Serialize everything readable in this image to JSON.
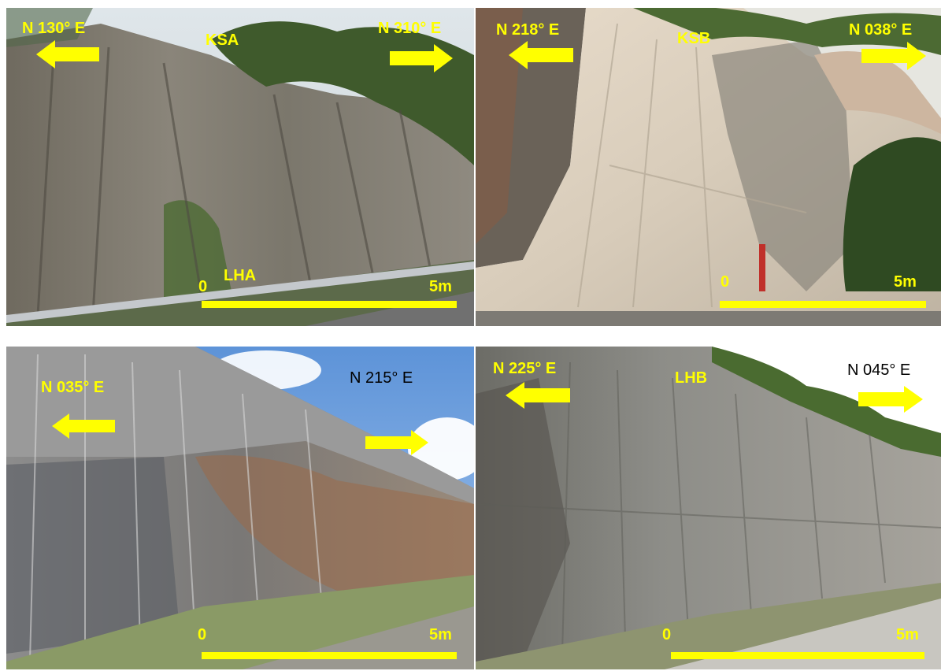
{
  "colors": {
    "label": "#ffff00",
    "label_dark": "#000000",
    "scale_bar": "#ffff00"
  },
  "panels": {
    "top_left": {
      "site": "KSA",
      "station": "LHA",
      "left_dir": "N 130° E",
      "right_dir": "N 310° E",
      "scale_start": "0",
      "scale_end": "5m"
    },
    "top_right": {
      "site": "KSB",
      "left_dir": "N 218° E",
      "right_dir": "N 038° E",
      "scale_start": "0",
      "scale_end": "5m"
    },
    "bottom_left": {
      "left_dir": "N 035° E",
      "right_dir": "N 215° E",
      "scale_start": "0",
      "scale_end": "5m"
    },
    "bottom_right": {
      "site": "LHB",
      "left_dir": "N 225° E",
      "right_dir": "N 045° E",
      "scale_start": "0",
      "scale_end": "5m"
    }
  }
}
